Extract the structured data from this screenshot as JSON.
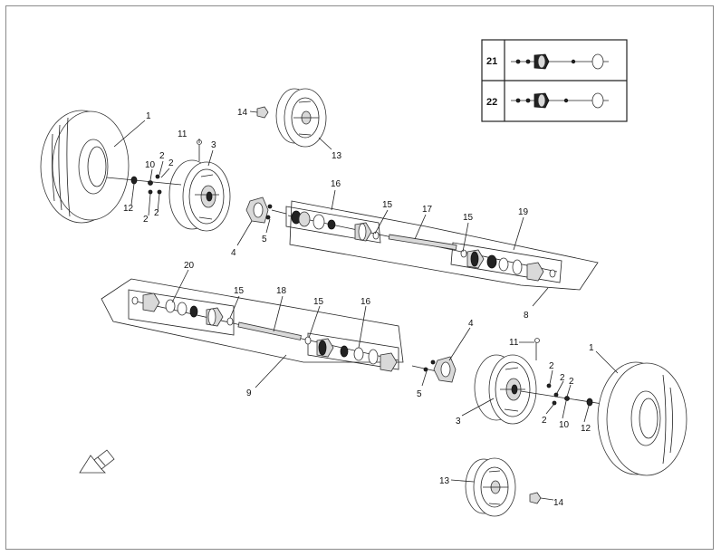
{
  "diagram": {
    "inset": {
      "rows": [
        {
          "number": "21"
        },
        {
          "number": "22"
        }
      ]
    },
    "callouts": {
      "c1a": "1",
      "c1b": "1",
      "c2a": "2",
      "c2b": "2",
      "c2c": "2",
      "c2d": "2",
      "c2e": "2",
      "c2f": "2",
      "c2g": "2",
      "c3a": "3",
      "c3b": "3",
      "c4a": "4",
      "c4b": "4",
      "c5a": "5",
      "c5b": "5",
      "c8": "8",
      "c9": "9",
      "c10a": "10",
      "c10b": "10",
      "c11a": "11",
      "c11b": "11",
      "c12a": "12",
      "c12b": "12",
      "c13a": "13",
      "c13b": "13",
      "c14a": "14",
      "c14b": "14",
      "c15a": "15",
      "c15b": "15",
      "c15c": "15",
      "c15d": "15",
      "c16a": "16",
      "c16b": "16",
      "c17": "17",
      "c18": "18",
      "c19": "19",
      "c20": "20"
    },
    "direction_arrow_icon": "front-direction-arrow-icon",
    "colors": {
      "line": "#222222",
      "part_fill": "#d9d9d9",
      "frame": "#8a8a8a"
    }
  }
}
